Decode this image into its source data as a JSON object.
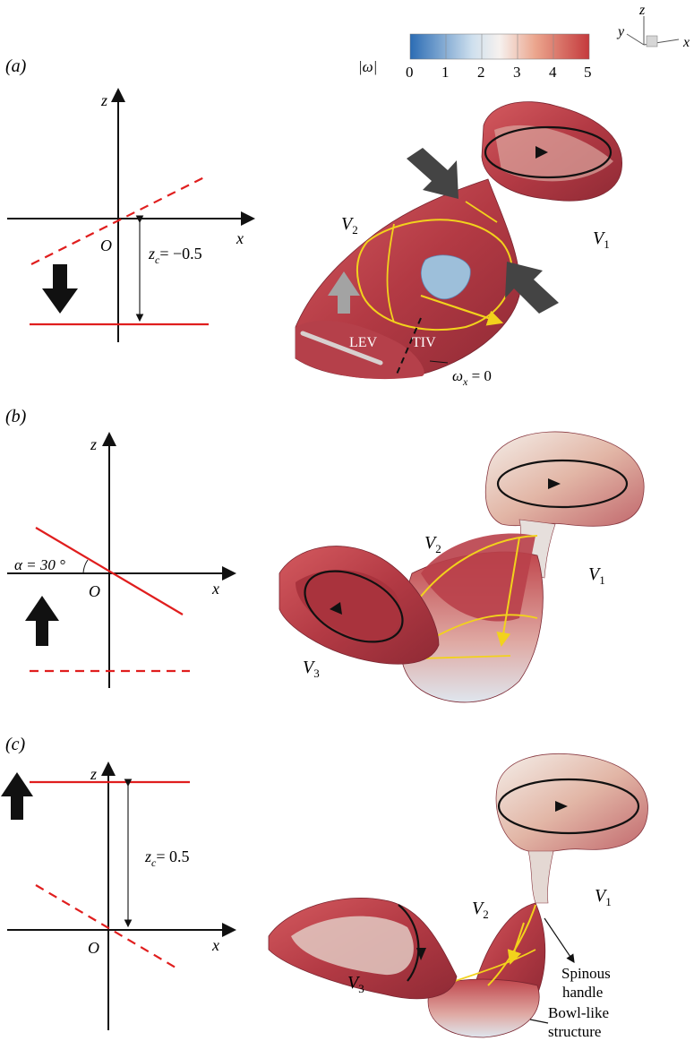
{
  "colorbar": {
    "label": "|ω|",
    "ticks": [
      "0",
      "1",
      "2",
      "3",
      "4",
      "5"
    ],
    "colors": [
      "#2b6cb4",
      "#f6f1ee",
      "#c43a3d"
    ]
  },
  "axes_triad": {
    "z": "z",
    "y": "y",
    "x": "x"
  },
  "panels": [
    {
      "label": "(a)",
      "axis_z": "z",
      "axis_x": "x",
      "origin": "O",
      "param_label": "z",
      "param_sub": "c",
      "param_value": "= −0.5",
      "vortex_labels": {
        "v1": "V",
        "v1_sub": "1",
        "v2": "V",
        "v2_sub": "2"
      },
      "annotations": {
        "lev": "LEV",
        "tiv": "TIV",
        "omega": "ω",
        "omega_sub": "x",
        "omega_value": " = 0"
      }
    },
    {
      "label": "(b)",
      "axis_z": "z",
      "axis_x": "x",
      "origin": "O",
      "param_label": "α = 30 °",
      "vortex_labels": {
        "v1": "V",
        "v1_sub": "1",
        "v2": "V",
        "v2_sub": "2",
        "v3": "V",
        "v3_sub": "3"
      }
    },
    {
      "label": "(c)",
      "axis_z": "z",
      "axis_x": "x",
      "origin": "O",
      "param_label": "z",
      "param_sub": "c",
      "param_value": "= 0.5",
      "vortex_labels": {
        "v1": "V",
        "v1_sub": "1",
        "v2": "V",
        "v2_sub": "2",
        "v3": "V",
        "v3_sub": "3"
      },
      "annotations": {
        "spinous_1": "Spinous",
        "spinous_2": "handle",
        "bowl_1": "Bowl-like",
        "bowl_2": "structure"
      }
    }
  ]
}
